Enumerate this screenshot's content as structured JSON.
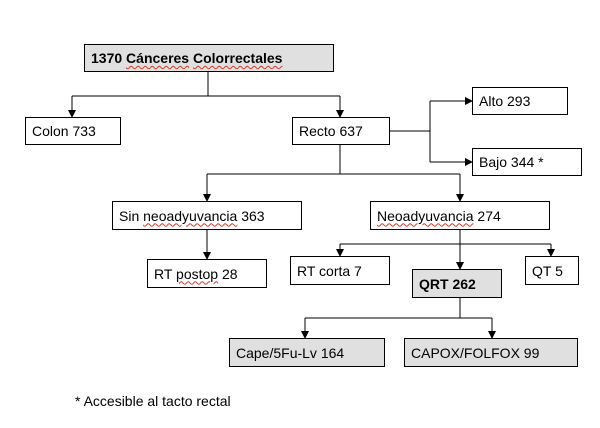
{
  "diagram": {
    "root": {
      "prefix": "1370 ",
      "squiggly": "Cánceres",
      "middle": " ",
      "squiggly2": "Colorrectales"
    },
    "colon": "Colon 733",
    "recto": "Recto 637",
    "alto": "Alto 293",
    "bajo": "Bajo 344 *",
    "sin_neo": {
      "prefix": "Sin ",
      "squiggly": "neoadyuvancia",
      "suffix": " 363"
    },
    "neo": {
      "squiggly": "Neoadyuvancia",
      "suffix": " 274"
    },
    "rt_postop": {
      "prefix": "RT ",
      "squiggly": "postop",
      "suffix": " 28"
    },
    "rt_corta": "RT corta 7",
    "qrt": "QRT 262",
    "qt": "QT 5",
    "cape": "Cape/5Fu-Lv 164",
    "capox": "CAPOX/FOLFOX 99"
  },
  "footnote": "* Accesible al tacto rectal"
}
